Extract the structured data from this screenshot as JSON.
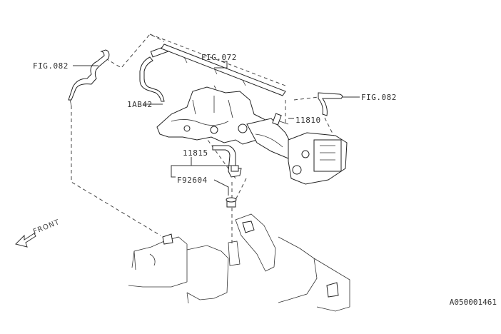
{
  "labels": {
    "fig082_left": "FIG.082",
    "fig072": "FIG.072",
    "part_1ab42": "1AB42",
    "fig082_right": "FIG.082",
    "part_11810": "11810",
    "part_11815": "11815",
    "part_f92604": "F92604",
    "front": "FRONT"
  },
  "reference_code": "A050001461"
}
